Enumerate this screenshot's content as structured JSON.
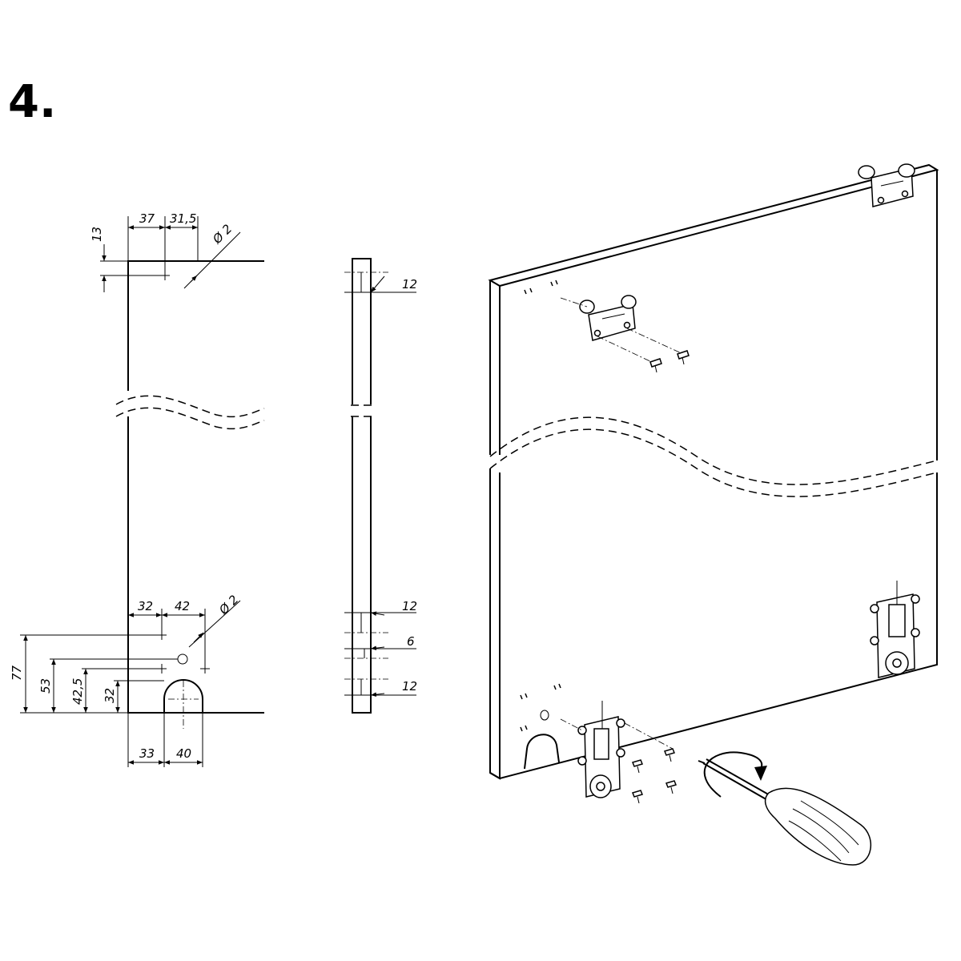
{
  "step": {
    "number": "4."
  },
  "front_view": {
    "top_dims": {
      "d1": "37",
      "d2": "31,5",
      "vertical": "13",
      "hole": "Ø 2"
    },
    "bottom_dims": {
      "d1": "32",
      "d2": "42",
      "hole": "Ø 2",
      "notch_offset": "33",
      "notch_width": "40"
    },
    "heights": {
      "h1": "77",
      "h2": "53",
      "h3": "42,5",
      "h4": "32"
    }
  },
  "side_view": {
    "d_top": "12",
    "d_mid1": "12",
    "d_mid2": "6",
    "d_bottom": "12"
  },
  "colors": {
    "line": "#000000",
    "background": "#ffffff"
  },
  "icons": [
    "screwdriver-icon",
    "rotation-arrow-icon",
    "hanger-bracket-icon",
    "roller-bracket-icon",
    "screw-icon"
  ]
}
